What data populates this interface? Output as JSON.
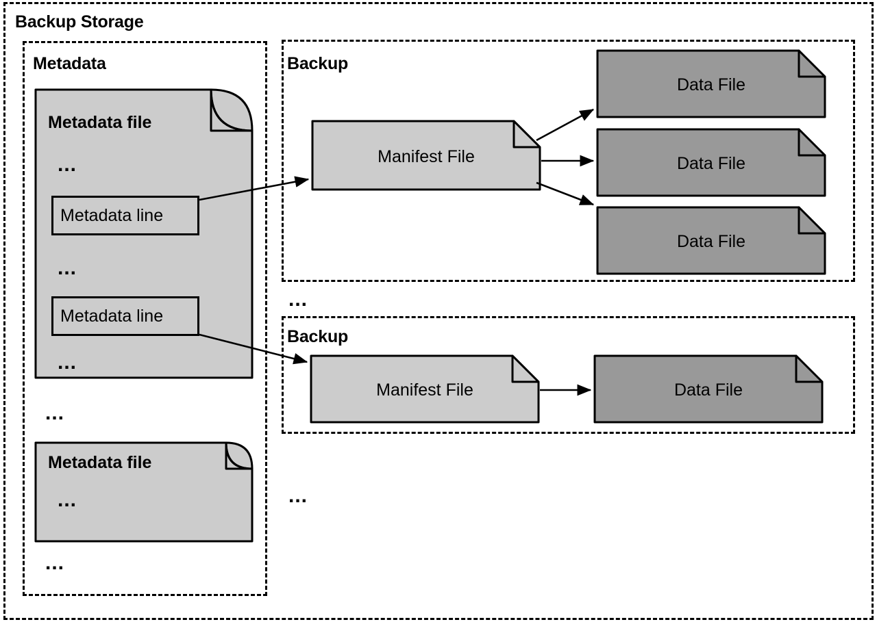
{
  "diagram": {
    "title": "Backup Storage",
    "colors": {
      "metadata_fill": "#cccccc",
      "manifest_fill": "#cccccc",
      "datafile_fill": "#999999",
      "stroke": "#000000",
      "background": "#ffffff"
    },
    "outer_container": {
      "label": "Backup Storage",
      "border_style": "dashed"
    },
    "metadata_section": {
      "label": "Metadata",
      "border_style": "dashed",
      "files": [
        {
          "title": "Metadata file",
          "ellipses": [
            "...",
            "...",
            "..."
          ],
          "lines": [
            {
              "label": "Metadata line"
            },
            {
              "label": "Metadata line"
            }
          ]
        },
        {
          "title": "Metadata file",
          "ellipses": [
            "..."
          ],
          "lines": []
        }
      ],
      "separators": [
        "...",
        "..."
      ]
    },
    "backup_sections": [
      {
        "label": "Backup",
        "border_style": "dashed",
        "manifest": {
          "label": "Manifest File"
        },
        "data_files": [
          {
            "label": "Data File"
          },
          {
            "label": "Data File"
          },
          {
            "label": "Data File"
          }
        ]
      },
      {
        "label": "Backup",
        "border_style": "dashed",
        "manifest": {
          "label": "Manifest File"
        },
        "data_files": [
          {
            "label": "Data File"
          }
        ]
      }
    ],
    "backup_separators": [
      "...",
      "..."
    ],
    "arrows": [
      {
        "from": "metadata-line-1",
        "to": "manifest-file-1"
      },
      {
        "from": "metadata-line-2",
        "to": "manifest-file-2"
      },
      {
        "from": "manifest-file-1",
        "to": "data-file-1-1"
      },
      {
        "from": "manifest-file-1",
        "to": "data-file-1-2"
      },
      {
        "from": "manifest-file-1",
        "to": "data-file-1-3"
      },
      {
        "from": "manifest-file-2",
        "to": "data-file-2-1"
      }
    ]
  }
}
